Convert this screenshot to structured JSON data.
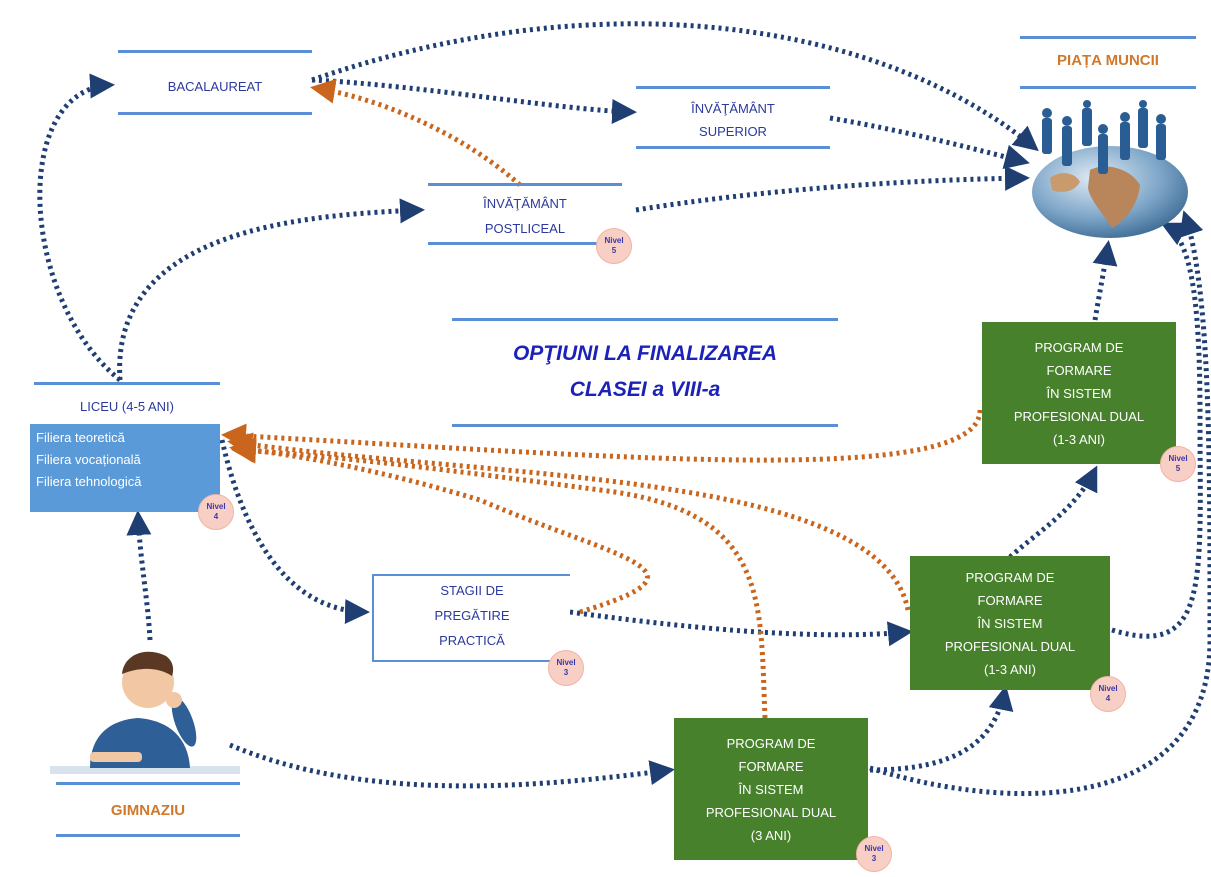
{
  "title": {
    "line1": "OPŢIUNI LA FINALIZAREA",
    "line2": "CLASEI a VIII-a"
  },
  "bacalaureat": "BACALAUREAT",
  "piata_muncii": "PIAȚA MUNCII",
  "superior": {
    "line1": "ÎNVĂŢĂMÂNT",
    "line2": "SUPERIOR"
  },
  "postliceal": {
    "line1": "ÎNVĂŢĂMÂNT",
    "line2": "POSTLICEAL"
  },
  "liceu": {
    "header": "LICEU (4-5 ANI)",
    "lines": [
      "Filiera teoretică",
      "Filiera vocațională",
      "Filiera tehnologică"
    ]
  },
  "stagii": {
    "line1": "STAGII DE",
    "line2": "PREGĂTIRE",
    "line3": "PRACTICĂ"
  },
  "dual_5": [
    "PROGRAM DE",
    "FORMARE",
    "ÎN SISTEM",
    "PROFESIONAL DUAL",
    "(1-3 ANI)"
  ],
  "dual_4": [
    "PROGRAM DE",
    "FORMARE",
    "ÎN SISTEM",
    "PROFESIONAL DUAL",
    "(1-3 ANI)"
  ],
  "dual_3": [
    "PROGRAM DE",
    "FORMARE",
    "ÎN SISTEM",
    "PROFESIONAL DUAL",
    "(3 ANI)"
  ],
  "gimnaziu": "GIMNAZIU",
  "nivel": {
    "label": "Nivel",
    "postliceal": "5",
    "liceu": "4",
    "stagii": "3",
    "dual_5": "5",
    "dual_4": "4",
    "dual_3": "3"
  },
  "icons": {
    "globe": "globe-with-people-icon",
    "student": "thinking-student-illustration"
  },
  "colors": {
    "blue_arrow": "#1f3f73",
    "orange_arrow": "#c9651c",
    "green_box": "#47812c",
    "liceu_box": "#5a9ad8",
    "title_text": "#1c22b8",
    "orange_text": "#d0782b"
  }
}
